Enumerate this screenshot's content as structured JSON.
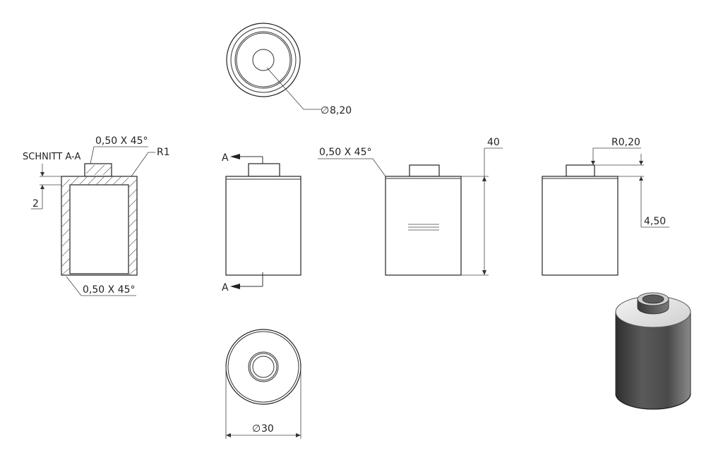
{
  "drawing": {
    "section_title": "SCHNITT A-A",
    "dims": {
      "top_chamfer": "0,50 X 45°",
      "radius_r1": "R1",
      "wall_2": "2",
      "bottom_chamfer": "0,50 X 45°",
      "front_chamfer": "0,50 X 45°",
      "height_40": "40",
      "radius_020": "R0,20",
      "boss_450": "4,50",
      "bore_diameter": "8,20",
      "outer_diameter": "30"
    },
    "section_marks": {
      "top": "A",
      "bottom": "A"
    },
    "diameter_symbol": "∅"
  },
  "colors": {
    "line": "#333333",
    "iso_body_light": "#d9d9d9",
    "iso_body_dark": "#3f3f3f"
  }
}
